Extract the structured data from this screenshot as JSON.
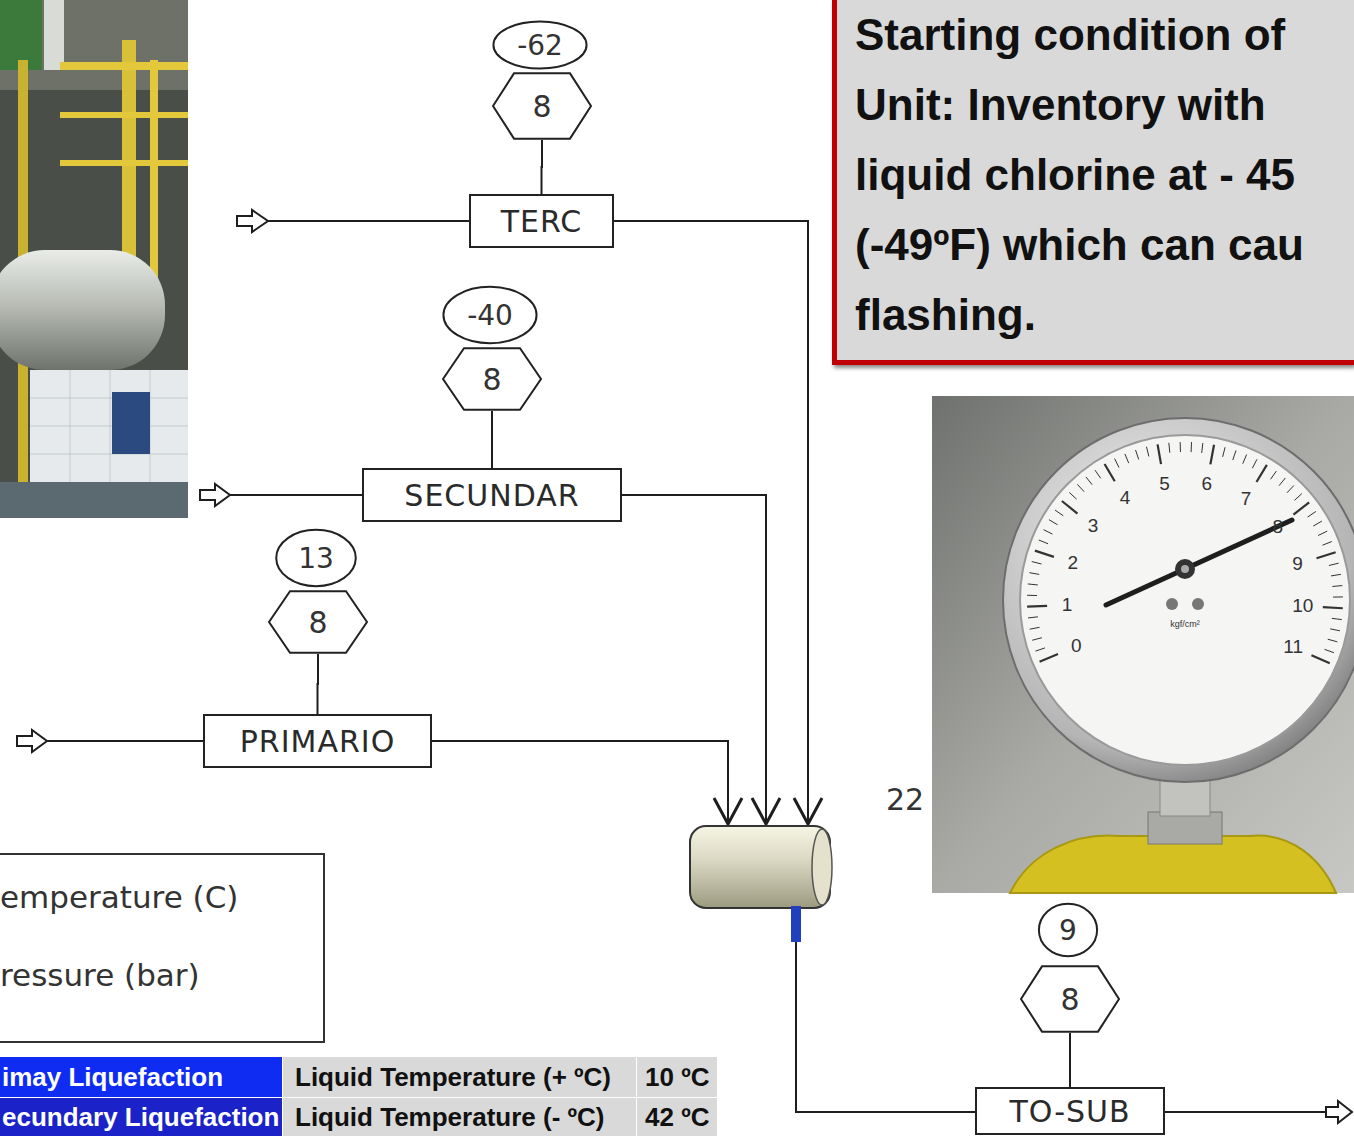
{
  "diagram": {
    "nodes": [
      {
        "text": [
          "Starting condition of Unit: Inventory with liquid chlorine at - 45 (-49ºF) which can cau flashing."
        ]
      },
      {
        "text": [
          "-62"
        ]
      },
      {
        "text": [
          "8"
        ]
      },
      {
        "text": [
          "TERC"
        ]
      },
      {
        "text": [
          "-40"
        ]
      },
      {
        "text": [
          "8"
        ]
      },
      {
        "text": [
          "SECUNDAR"
        ]
      },
      {
        "text": [
          "13"
        ]
      },
      {
        "text": [
          "8"
        ]
      },
      {
        "text": [
          "PRIMARIO"
        ]
      },
      {
        "text": [
          "9"
        ]
      },
      {
        "text": [
          "8"
        ]
      },
      {
        "text": [
          "TO-SUB"
        ]
      }
    ],
    "edges": [
      {
        "from": 2,
        "to": 3,
        "arrow": "none"
      },
      {
        "from": 5,
        "to": 6,
        "arrow": "none"
      },
      {
        "from": 8,
        "to": 9,
        "arrow": "none"
      },
      {
        "from": 11,
        "to": 12,
        "arrow": "none"
      }
    ],
    "labels": [
      "0",
      "1",
      "2",
      "3",
      "4",
      "5",
      "6",
      "7",
      "8",
      "9",
      "10",
      "11",
      "kgf/cm²",
      "22",
      "imay Liquefaction",
      "Liquid Temperature (+ ºC)",
      "10 ºC",
      "ecundary Liquefaction",
      "Liquid Temperature (- ºC)",
      "42 ºC"
    ],
    "legend": [
      {
        "text": "emperature (C)"
      },
      {
        "text": "ressure (bar)"
      }
    ]
  }
}
